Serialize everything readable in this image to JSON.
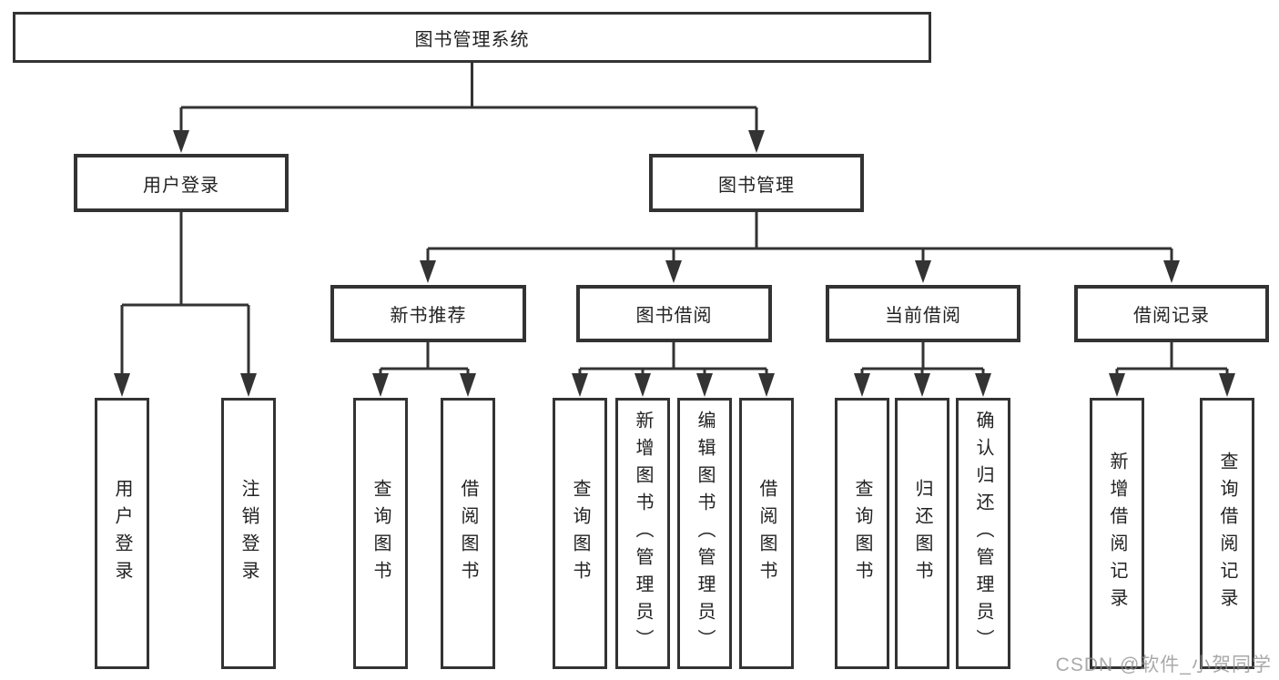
{
  "watermark": "CSDN @软件_小贺同学",
  "colors": {
    "line": "#333333",
    "box_border": "#333333",
    "text": "#222222",
    "background": "#ffffff",
    "watermark": "#8c8c8c"
  },
  "tree": {
    "root": {
      "label": "图书管理系统",
      "children": [
        {
          "label": "用户登录",
          "children": [
            {
              "label": "用户登录"
            },
            {
              "label": "注销登录"
            }
          ]
        },
        {
          "label": "图书管理",
          "children": [
            {
              "label": "新书推荐",
              "children": [
                {
                  "label": "查询图书"
                },
                {
                  "label": "借阅图书"
                }
              ]
            },
            {
              "label": "图书借阅",
              "children": [
                {
                  "label": "查询图书"
                },
                {
                  "label": "新增图书（管理员）"
                },
                {
                  "label": "编辑图书（管理员）"
                },
                {
                  "label": "借阅图书"
                }
              ]
            },
            {
              "label": "当前借阅",
              "children": [
                {
                  "label": "查询图书"
                },
                {
                  "label": "归还图书"
                },
                {
                  "label": "确认归还（管理员）"
                }
              ]
            },
            {
              "label": "借阅记录",
              "children": [
                {
                  "label": "新增借阅记录"
                },
                {
                  "label": "查询借阅记录"
                }
              ]
            }
          ]
        }
      ]
    }
  }
}
